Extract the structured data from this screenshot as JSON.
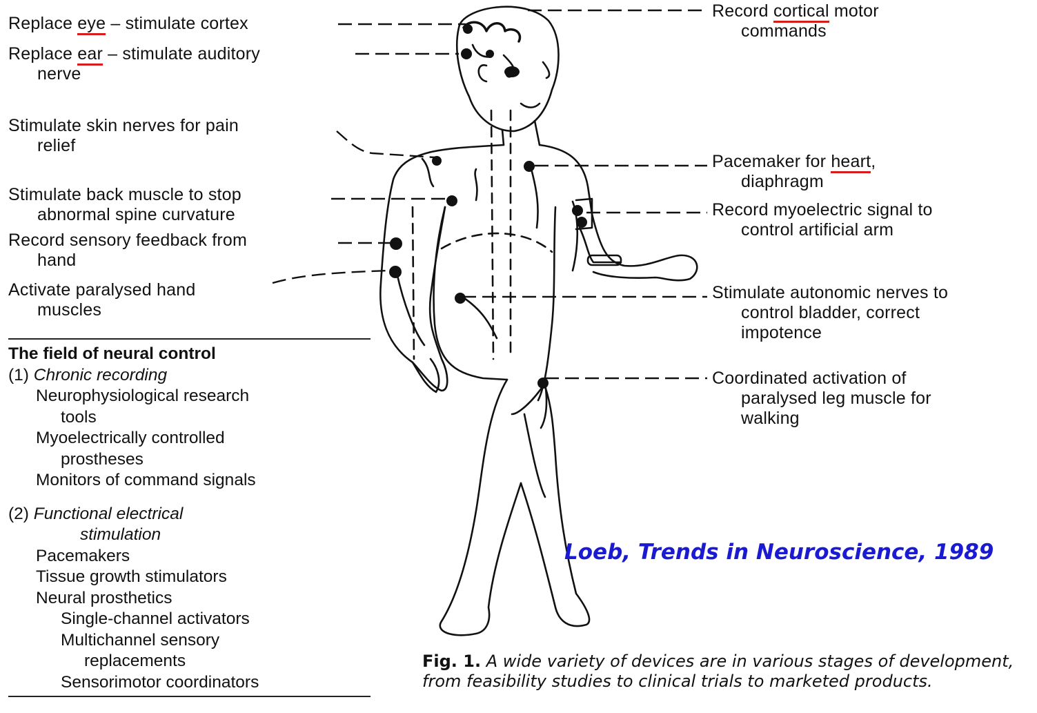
{
  "labels": {
    "eye": {
      "pre": "Replace ",
      "key": "eye",
      "post": " – stimulate cortex"
    },
    "ear": {
      "pre": "Replace ",
      "key": "ear",
      "post": " – stimulate auditory",
      "line2": "nerve"
    },
    "skin": {
      "line1": "Stimulate skin nerves for pain",
      "line2": "relief"
    },
    "back": {
      "line1": "Stimulate back muscle to stop",
      "line2": "abnormal spine curvature"
    },
    "feedback": {
      "line1": "Record sensory feedback from",
      "line2": "hand"
    },
    "hand": {
      "line1": "Activate paralysed hand",
      "line2": "muscles"
    },
    "cortical": {
      "pre": "Record ",
      "key": "cortical",
      "post": " motor",
      "line2": "commands"
    },
    "heart": {
      "pre": "Pacemaker for ",
      "key": "heart",
      "post": ",",
      "line2": "diaphragm"
    },
    "arm": {
      "line1": "Record myoelectric signal to",
      "line2": "control artificial arm"
    },
    "bladder": {
      "line1": "Stimulate autonomic nerves to",
      "line2": "control bladder, correct",
      "line3": "impotence"
    },
    "leg": {
      "line1": "Coordinated activation of",
      "line2": "paralysed leg muscle for",
      "line3": "walking"
    }
  },
  "panel": {
    "heading": "The field of neural control",
    "s1_num": "(1) ",
    "s1_title": "Chronic recording",
    "s1_items": [
      "Neurophysiological research",
      "tools",
      "Myoelectrically controlled",
      "prostheses",
      "Monitors of command signals"
    ],
    "s2_num": "(2) ",
    "s2_title_1": "Functional electrical",
    "s2_title_2": "stimulation",
    "s2_items": [
      "Pacemakers",
      "Tissue growth stimulators",
      "Neural prosthetics",
      "Single-channel activators",
      "Multichannel sensory",
      "replacements",
      "Sensorimotor coordinators"
    ]
  },
  "credit": "Loeb, Trends in Neuroscience, 1989",
  "caption": {
    "fig": "Fig. 1.",
    "text": " A wide variety of devices are in various stages of development, from feasibility studies to clinical trials to marketed products."
  },
  "colors": {
    "underline": "#d81b1b",
    "credit": "#1a1ad0",
    "ink": "#111111"
  }
}
